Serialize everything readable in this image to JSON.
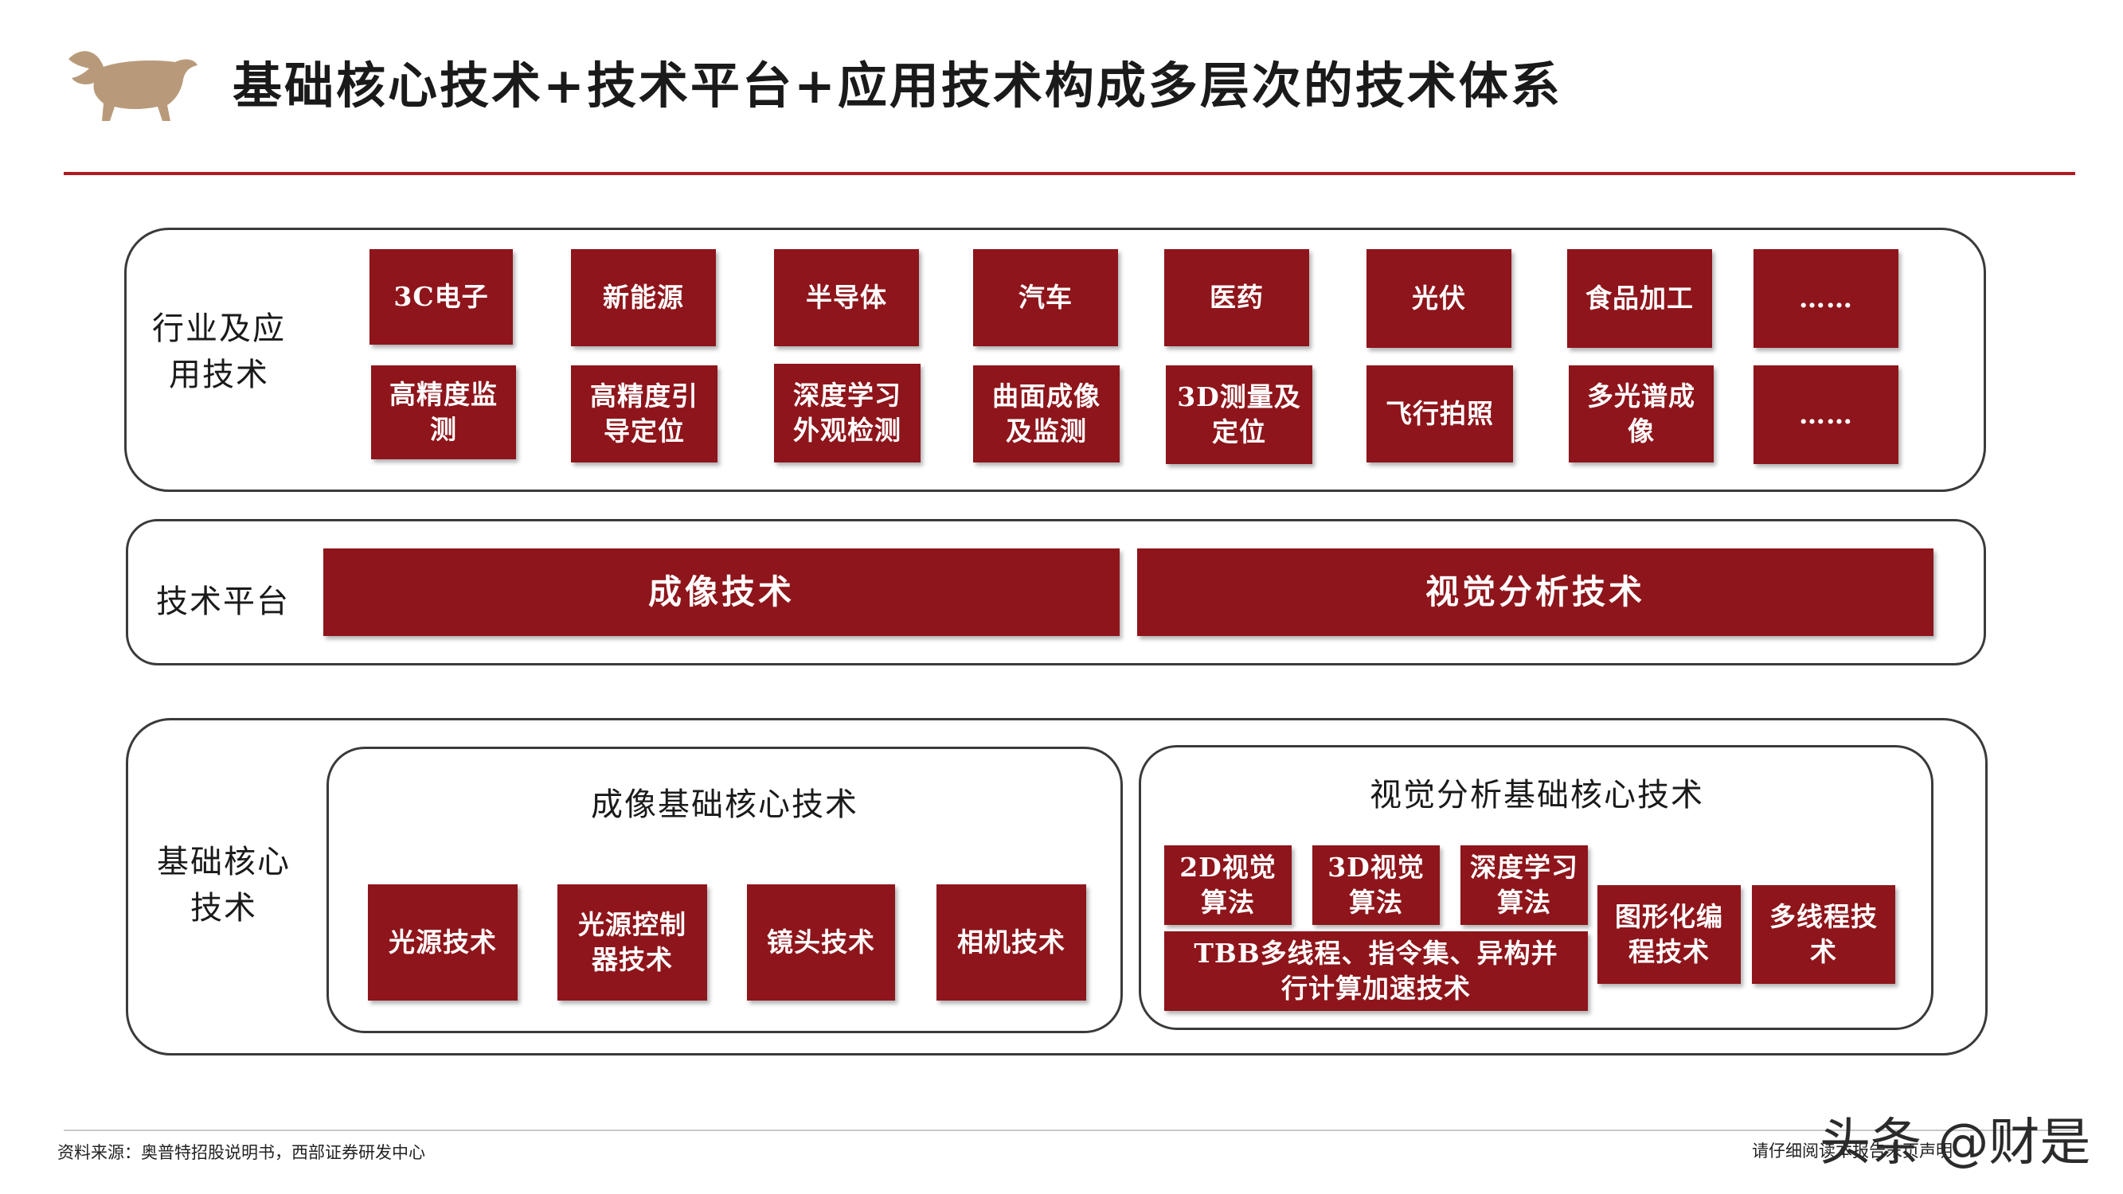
{
  "header": {
    "title": "基础核心技术+技术平台+应用技术构成多层次的技术体系"
  },
  "colors": {
    "accent_red": "#8e151b",
    "rule_red": "#b01a22",
    "logo_gold": "#b89a7a"
  },
  "rows": {
    "industry": {
      "label": "行业及应用技术",
      "industries": [
        "3C电子",
        "新能源",
        "半导体",
        "汽车",
        "医药",
        "光伏",
        "食品加工",
        "……"
      ],
      "applications": [
        "高精度监测",
        "高精度引导定位",
        "深度学习外观检测",
        "曲面成像及监测",
        "3D测量及定位",
        "飞行拍照",
        "多光谱成像",
        "……"
      ]
    },
    "platform": {
      "label": "技术平台",
      "items": [
        "成像技术",
        "视觉分析技术"
      ]
    },
    "core": {
      "label": "基础核心技术",
      "imaging": {
        "title": "成像基础核心技术",
        "items": [
          "光源技术",
          "光源控制器技术",
          "镜头技术",
          "相机技术"
        ]
      },
      "vision": {
        "title": "视觉分析基础核心技术",
        "items": [
          "2D视觉算法",
          "3D视觉算法",
          "深度学习算法",
          "TBB多线程、指令集、异构并行计算加速技术",
          "图形化编程技术",
          "多线程技术"
        ]
      }
    }
  },
  "footer": {
    "source": "资料来源：奥普特招股说明书，西部证券研发中心",
    "note": "请仔细阅读本报告末页声明",
    "watermark": "头条 @财是"
  }
}
